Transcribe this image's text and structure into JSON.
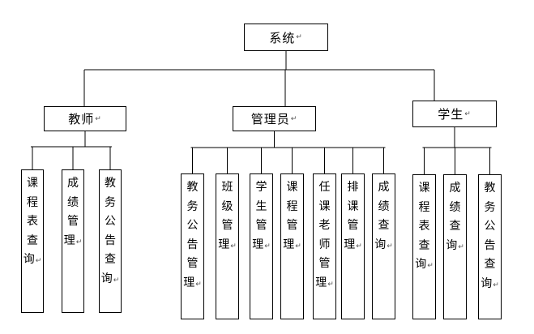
{
  "diagram": {
    "root": {
      "label": "系统"
    },
    "groups": [
      {
        "label": "教师",
        "children": [
          "课程表查询",
          "成绩管理",
          "教务公告查询"
        ]
      },
      {
        "label": "管理员",
        "children": [
          "教务公告管理",
          "班级管理",
          "学生管理",
          "课程管理",
          "任课老师管理",
          "排课管理",
          "成绩查询"
        ]
      },
      {
        "label": "学生",
        "children": [
          "课程表查询",
          "成绩查询",
          "教务公告查询"
        ]
      }
    ],
    "para_mark": "↵",
    "line_color": "#000000"
  }
}
